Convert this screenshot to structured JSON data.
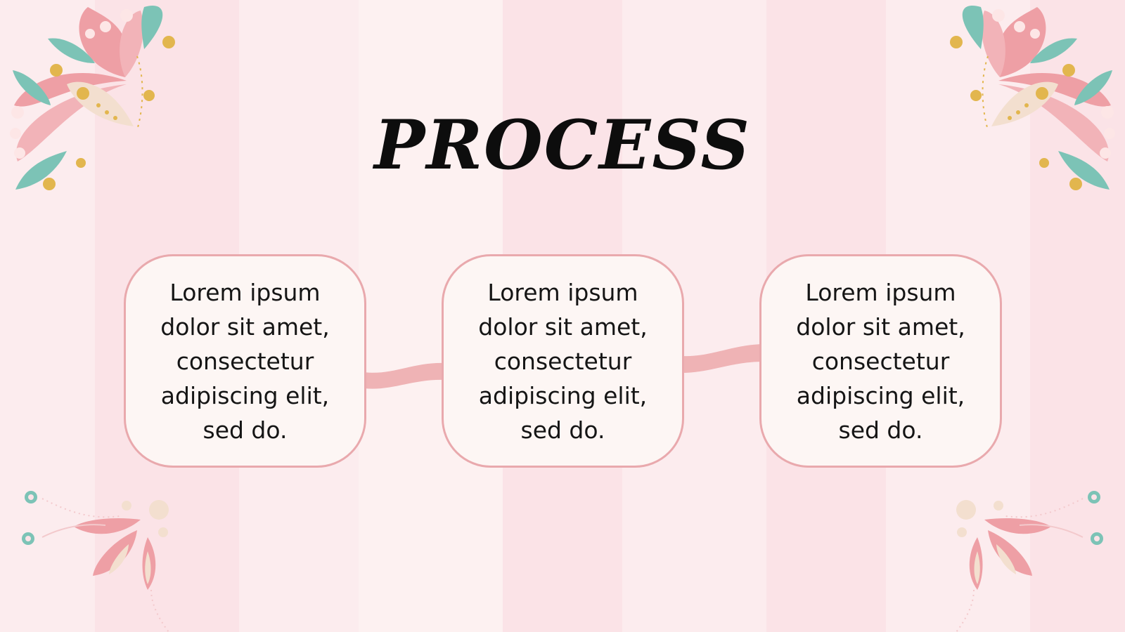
{
  "title": "PROCESS",
  "steps": [
    {
      "text": "Lorem ipsum dolor sit amet, consectetur adipiscing elit, sed do."
    },
    {
      "text": "Lorem ipsum dolor sit amet, consectetur adipiscing elit, sed do."
    },
    {
      "text": "Lorem ipsum dolor sit amet, consectetur adipiscing elit, sed do."
    }
  ],
  "colors": {
    "box_border": "#e9a9ad",
    "box_fill": "#fdf6f4",
    "connector": "#efb3b5",
    "petal_pink": "#ee9fa5",
    "leaf_teal": "#7cc3b6",
    "dot_gold": "#e2b64e",
    "cream": "#f3dfcf"
  }
}
